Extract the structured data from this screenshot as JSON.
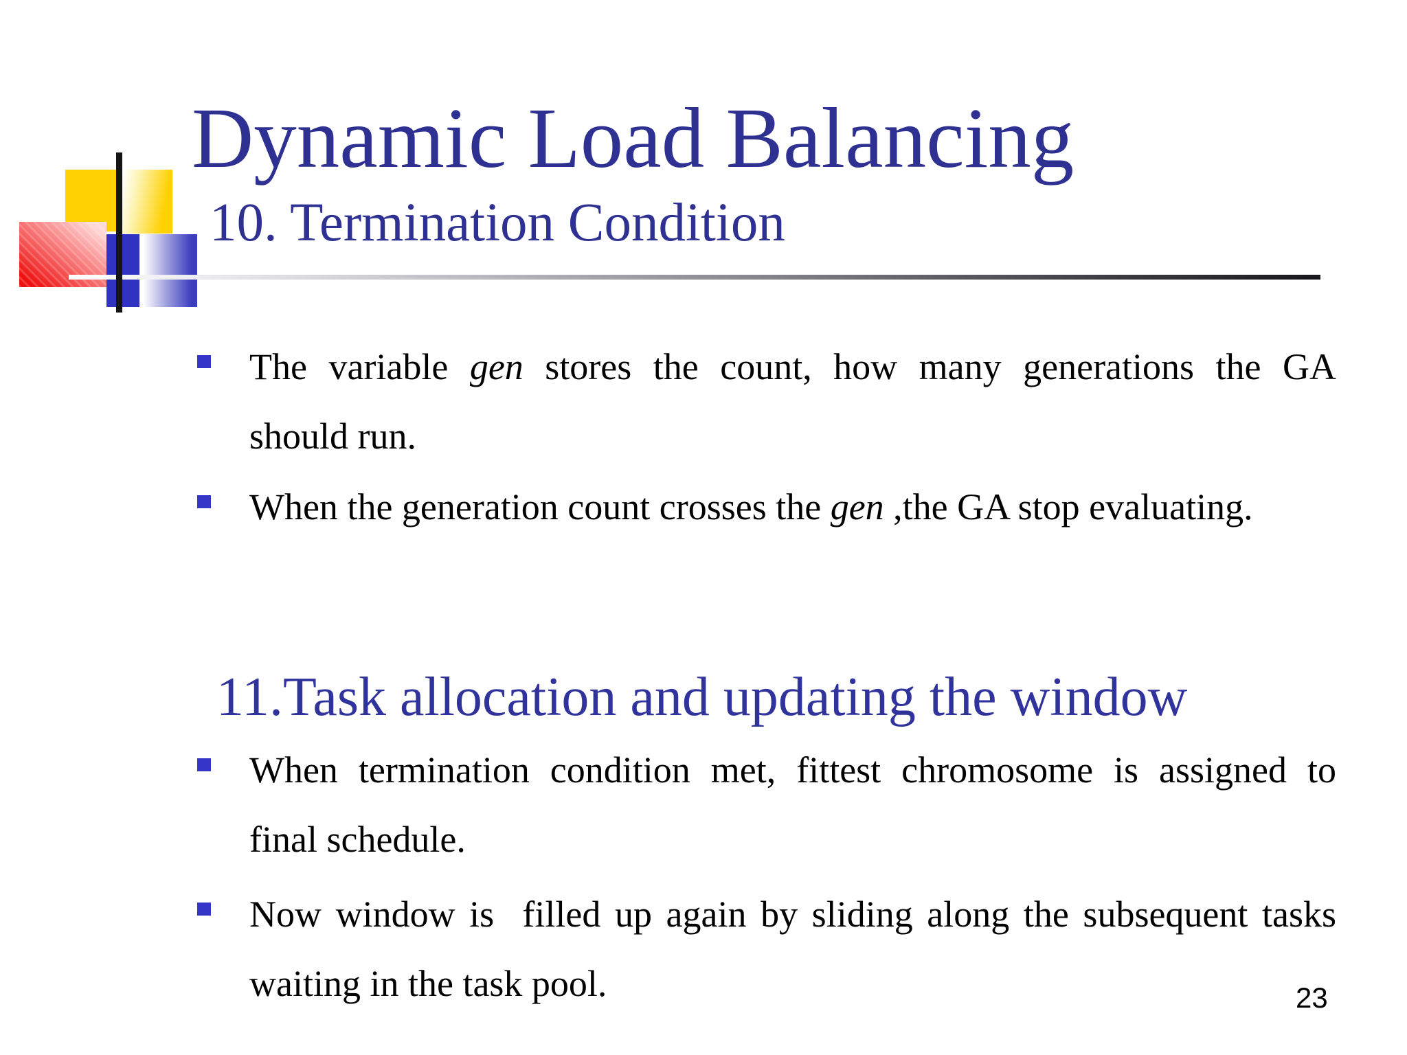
{
  "slide": {
    "title": "Dynamic Load Balancing",
    "subtitle": "10. Termination Condition",
    "section_heading": "11.Task allocation and updating the window",
    "page_number": "23",
    "colors": {
      "heading_blue": "#2E3192",
      "section_heading_blue": "#31339C",
      "bullet_square_blue": "#3535C8",
      "body_text": "#000000",
      "logo_yellow": "#FFD103",
      "logo_red": "#EE1111",
      "logo_blue": "#3032C2",
      "rule_gradient_end": "#17171B"
    },
    "bullets": [
      {
        "lines": [
          {
            "justify": true,
            "segments": [
              {
                "t": "The variable "
              },
              {
                "t": "gen",
                "i": true
              },
              {
                "t": " stores the count, how many generations the GA"
              }
            ]
          },
          {
            "justify": false,
            "segments": [
              {
                "t": "should run."
              }
            ]
          }
        ]
      },
      {
        "lines": [
          {
            "justify": false,
            "segments": [
              {
                "t": "When the generation count crosses the "
              },
              {
                "t": "gen",
                "i": true
              },
              {
                "t": " ,the GA stop evaluating."
              }
            ]
          }
        ]
      },
      {
        "lines": [
          {
            "justify": true,
            "segments": [
              {
                "t": "When termination condition met, fittest chromosome is assigned to"
              }
            ]
          },
          {
            "justify": false,
            "segments": [
              {
                "t": "final schedule."
              }
            ]
          }
        ]
      },
      {
        "lines": [
          {
            "justify": true,
            "segments": [
              {
                "t": "Now window is  filled up again by sliding along the subsequent tasks"
              }
            ]
          },
          {
            "justify": false,
            "segments": [
              {
                "t": "waiting in the task pool."
              }
            ]
          }
        ]
      }
    ]
  }
}
